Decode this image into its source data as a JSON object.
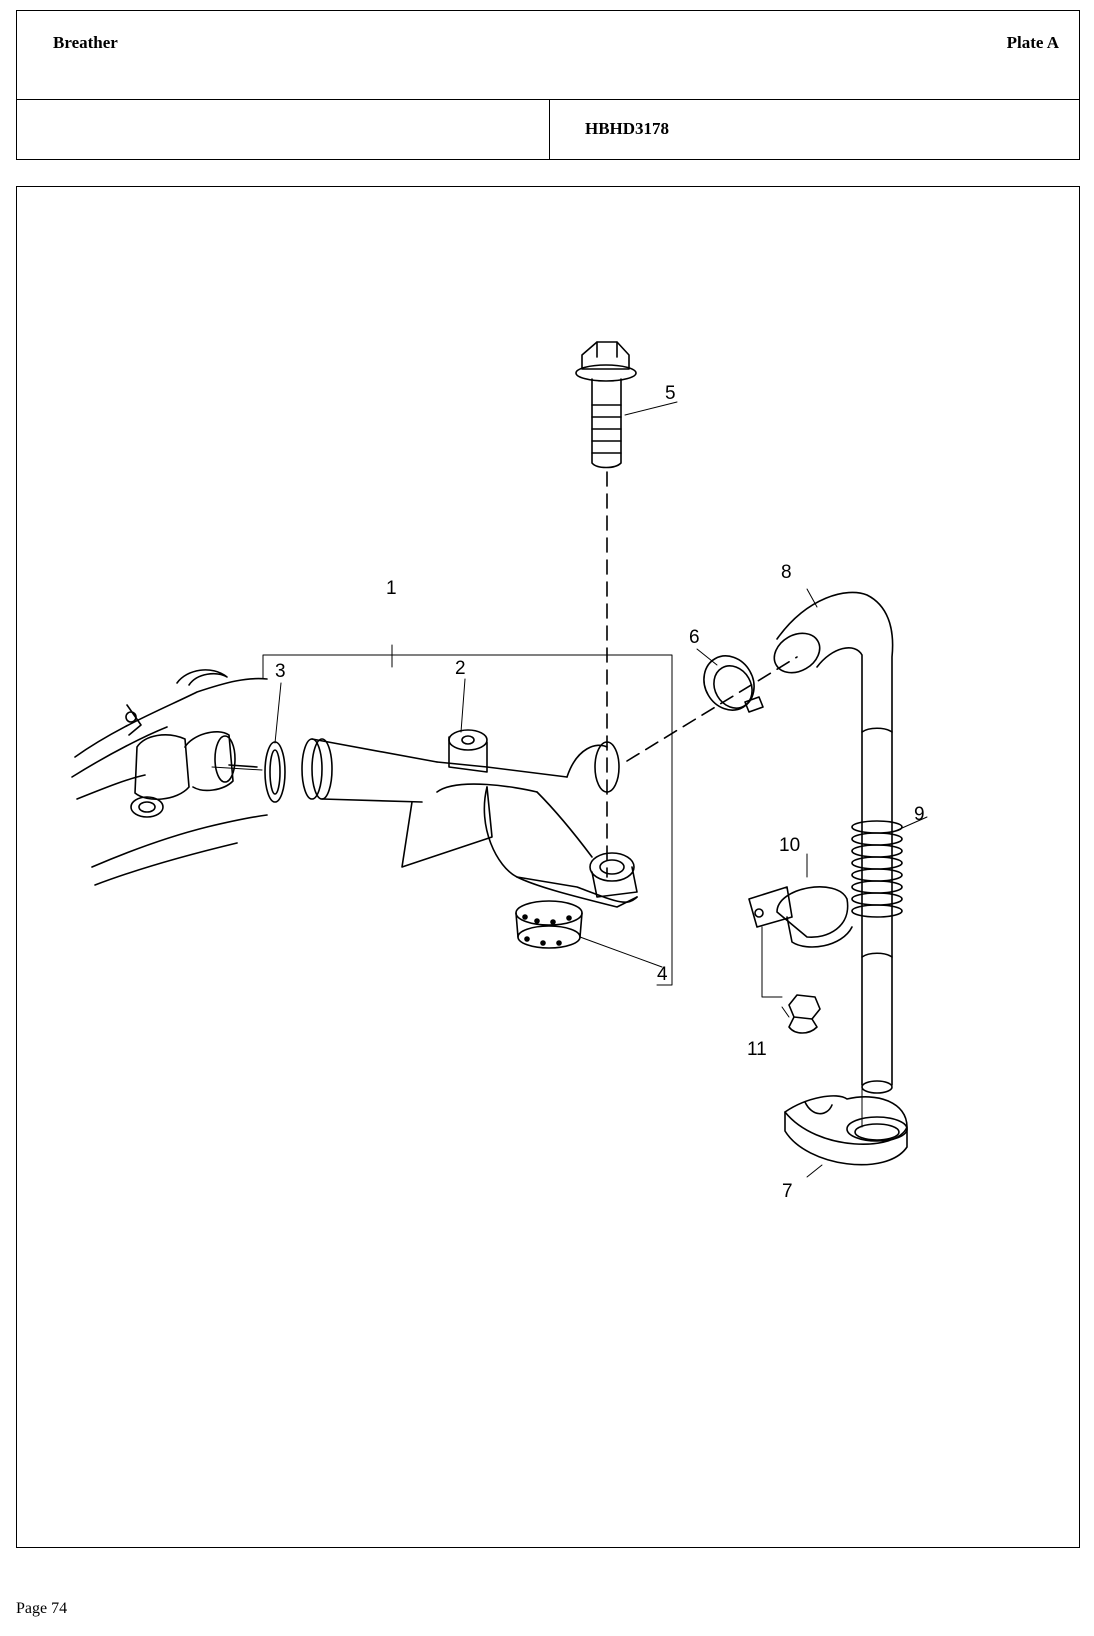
{
  "header": {
    "title": "Breather",
    "plate": "Plate A",
    "drawing_code": "HBHD3178"
  },
  "figure": {
    "callouts": [
      "1",
      "2",
      "3",
      "4",
      "5",
      "6",
      "7",
      "8",
      "9",
      "10",
      "11"
    ]
  },
  "footer": {
    "page": "Page 74"
  }
}
